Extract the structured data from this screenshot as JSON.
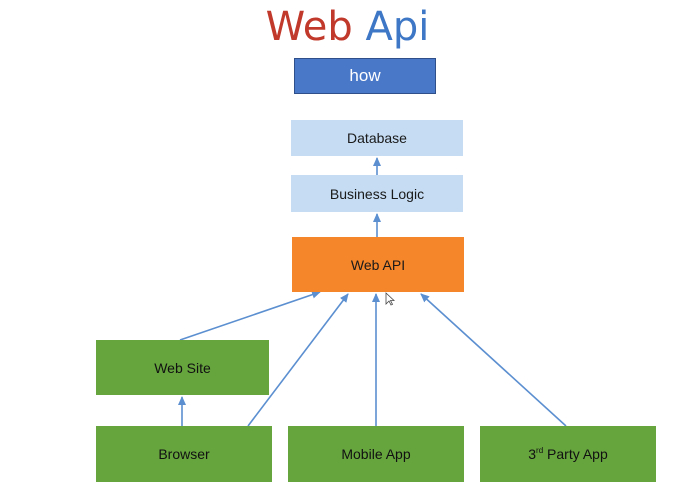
{
  "title": {
    "part1": "Web",
    "part2": "Api"
  },
  "subtitle_button": "how",
  "boxes": {
    "database": "Database",
    "business_logic": "Business Logic",
    "web_api": "Web API",
    "web_site": "Web Site",
    "browser": "Browser",
    "mobile_app": "Mobile App",
    "third_party": {
      "prefix": "3",
      "sup": "rd",
      "rest": " Party App"
    }
  },
  "colors": {
    "title_red": "#c0392b",
    "title_blue": "#3d77c5",
    "pill_blue": "#4a78c8",
    "light_blue": "#c5dcf3",
    "orange": "#f5862a",
    "green": "#66a43e",
    "arrow": "#5b8fd0"
  }
}
